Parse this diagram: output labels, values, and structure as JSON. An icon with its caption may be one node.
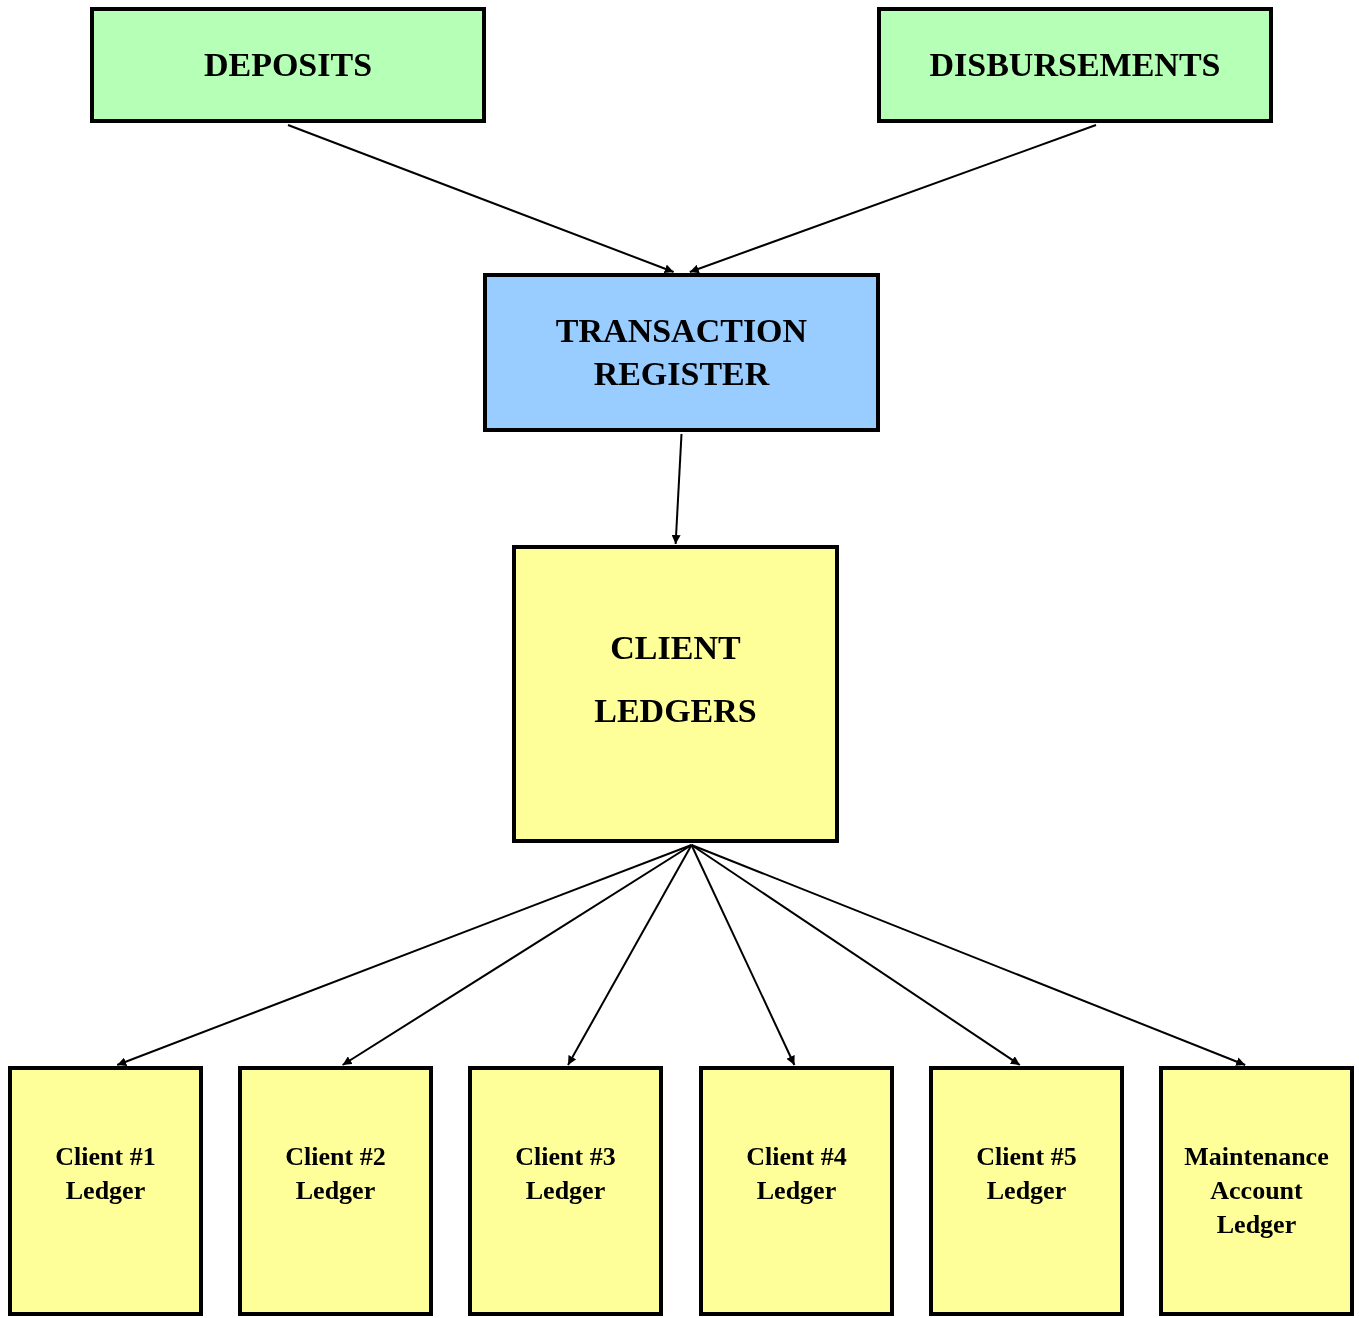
{
  "diagram": {
    "nodes": [
      {
        "text": [
          "DEPOSITS"
        ]
      },
      {
        "text": [
          "DISBURSEMENTS"
        ]
      },
      {
        "text": [
          "TRANSACTION REGISTER"
        ]
      },
      {
        "text": [
          "CLIENT LEDGERS"
        ]
      },
      {
        "text": [
          "Client #1 Ledger"
        ]
      },
      {
        "text": [
          "Client #2 Ledger"
        ]
      },
      {
        "text": [
          "Client #3 Ledger"
        ]
      },
      {
        "text": [
          "Client #4 Ledger"
        ]
      },
      {
        "text": [
          "Client #5 Ledger"
        ]
      },
      {
        "text": [
          "Maintenance Account Ledger"
        ]
      }
    ],
    "edges": [
      {
        "from": 0,
        "to": 2,
        "arrow": "to"
      },
      {
        "from": 1,
        "to": 2,
        "arrow": "to"
      },
      {
        "from": 2,
        "to": 3,
        "arrow": "to"
      },
      {
        "from": 3,
        "to": 4,
        "arrow": "to"
      },
      {
        "from": 3,
        "to": 5,
        "arrow": "to"
      },
      {
        "from": 3,
        "to": 6,
        "arrow": "to"
      },
      {
        "from": 3,
        "to": 7,
        "arrow": "to"
      },
      {
        "from": 3,
        "to": 8,
        "arrow": "to"
      },
      {
        "from": 3,
        "to": 9,
        "arrow": "to"
      }
    ]
  }
}
